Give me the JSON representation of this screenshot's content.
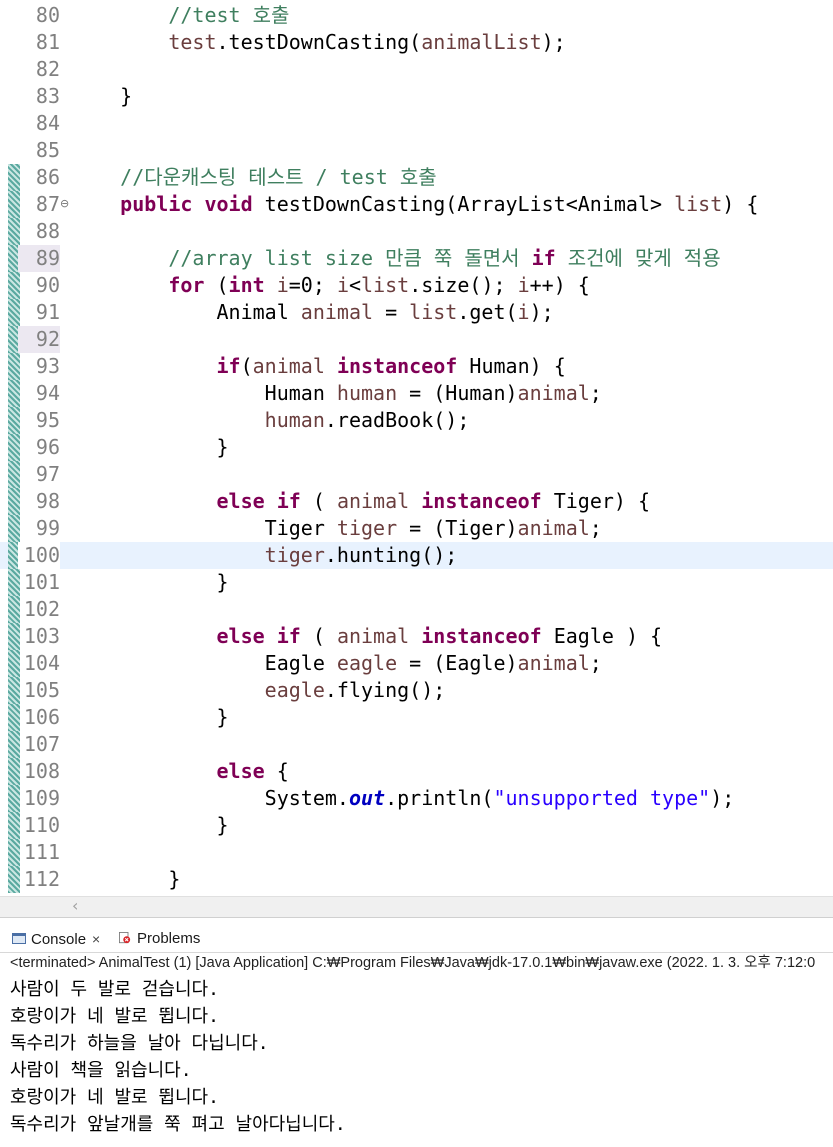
{
  "editor": {
    "current_line": "100",
    "lines": [
      {
        "n": "80",
        "tokens": [
          {
            "t": "        "
          },
          {
            "t": "//test 호출",
            "c": "cm"
          }
        ]
      },
      {
        "n": "81",
        "tokens": [
          {
            "t": "        "
          },
          {
            "t": "test",
            "c": "var"
          },
          {
            "t": ".testDownCasting("
          },
          {
            "t": "animalList",
            "c": "var"
          },
          {
            "t": ");"
          }
        ]
      },
      {
        "n": "82",
        "tokens": []
      },
      {
        "n": "83",
        "tokens": [
          {
            "t": "    }"
          }
        ]
      },
      {
        "n": "84",
        "tokens": []
      },
      {
        "n": "85",
        "tokens": []
      },
      {
        "n": "86",
        "tokens": [
          {
            "t": "    "
          },
          {
            "t": "//다운캐스팅 테스트 / test 호출",
            "c": "cm"
          }
        ]
      },
      {
        "n": "87",
        "tokens": [
          {
            "t": "    "
          },
          {
            "t": "public",
            "c": "kw"
          },
          {
            "t": " "
          },
          {
            "t": "void",
            "c": "kw"
          },
          {
            "t": " testDownCasting(ArrayList<Animal> "
          },
          {
            "t": "list",
            "c": "var"
          },
          {
            "t": ") {"
          }
        ]
      },
      {
        "n": "88",
        "tokens": []
      },
      {
        "n": "89",
        "tokens": [
          {
            "t": "        "
          },
          {
            "t": "//array list size 만큼 쭉 돌면서 ",
            "c": "cm"
          },
          {
            "t": "if",
            "c": "kw"
          },
          {
            "t": " 조건에 맞게 적용",
            "c": "cm"
          }
        ]
      },
      {
        "n": "90",
        "tokens": [
          {
            "t": "        "
          },
          {
            "t": "for",
            "c": "kw"
          },
          {
            "t": " ("
          },
          {
            "t": "int",
            "c": "kw"
          },
          {
            "t": " "
          },
          {
            "t": "i",
            "c": "var"
          },
          {
            "t": "=0; "
          },
          {
            "t": "i",
            "c": "var"
          },
          {
            "t": "<"
          },
          {
            "t": "list",
            "c": "var"
          },
          {
            "t": ".size(); "
          },
          {
            "t": "i",
            "c": "var"
          },
          {
            "t": "++) {"
          }
        ]
      },
      {
        "n": "91",
        "tokens": [
          {
            "t": "            Animal "
          },
          {
            "t": "animal",
            "c": "var"
          },
          {
            "t": " = "
          },
          {
            "t": "list",
            "c": "var"
          },
          {
            "t": ".get("
          },
          {
            "t": "i",
            "c": "var"
          },
          {
            "t": ");"
          }
        ]
      },
      {
        "n": "92",
        "tokens": []
      },
      {
        "n": "93",
        "tokens": [
          {
            "t": "            "
          },
          {
            "t": "if",
            "c": "kw"
          },
          {
            "t": "("
          },
          {
            "t": "animal",
            "c": "var"
          },
          {
            "t": " "
          },
          {
            "t": "instanceof",
            "c": "kw"
          },
          {
            "t": " Human) {"
          }
        ]
      },
      {
        "n": "94",
        "tokens": [
          {
            "t": "                Human "
          },
          {
            "t": "human",
            "c": "var"
          },
          {
            "t": " = (Human)"
          },
          {
            "t": "animal",
            "c": "var"
          },
          {
            "t": ";"
          }
        ]
      },
      {
        "n": "95",
        "tokens": [
          {
            "t": "                "
          },
          {
            "t": "human",
            "c": "var"
          },
          {
            "t": ".readBook();"
          }
        ]
      },
      {
        "n": "96",
        "tokens": [
          {
            "t": "            }"
          }
        ]
      },
      {
        "n": "97",
        "tokens": []
      },
      {
        "n": "98",
        "tokens": [
          {
            "t": "            "
          },
          {
            "t": "else",
            "c": "kw"
          },
          {
            "t": " "
          },
          {
            "t": "if",
            "c": "kw"
          },
          {
            "t": " ( "
          },
          {
            "t": "animal",
            "c": "var"
          },
          {
            "t": " "
          },
          {
            "t": "instanceof",
            "c": "kw"
          },
          {
            "t": " Tiger) {"
          }
        ]
      },
      {
        "n": "99",
        "tokens": [
          {
            "t": "                Tiger "
          },
          {
            "t": "tiger",
            "c": "var"
          },
          {
            "t": " = (Tiger)"
          },
          {
            "t": "animal",
            "c": "var"
          },
          {
            "t": ";"
          }
        ]
      },
      {
        "n": "100",
        "tokens": [
          {
            "t": "                "
          },
          {
            "t": "tiger",
            "c": "var"
          },
          {
            "t": ".hunting();"
          }
        ]
      },
      {
        "n": "101",
        "tokens": [
          {
            "t": "            }"
          }
        ]
      },
      {
        "n": "102",
        "tokens": []
      },
      {
        "n": "103",
        "tokens": [
          {
            "t": "            "
          },
          {
            "t": "else",
            "c": "kw"
          },
          {
            "t": " "
          },
          {
            "t": "if",
            "c": "kw"
          },
          {
            "t": " ( "
          },
          {
            "t": "animal",
            "c": "var"
          },
          {
            "t": " "
          },
          {
            "t": "instanceof",
            "c": "kw"
          },
          {
            "t": " Eagle ) {"
          }
        ]
      },
      {
        "n": "104",
        "tokens": [
          {
            "t": "                Eagle "
          },
          {
            "t": "eagle",
            "c": "var"
          },
          {
            "t": " = (Eagle)"
          },
          {
            "t": "animal",
            "c": "var"
          },
          {
            "t": ";"
          }
        ]
      },
      {
        "n": "105",
        "tokens": [
          {
            "t": "                "
          },
          {
            "t": "eagle",
            "c": "var"
          },
          {
            "t": ".flying();"
          }
        ]
      },
      {
        "n": "106",
        "tokens": [
          {
            "t": "            }"
          }
        ]
      },
      {
        "n": "107",
        "tokens": []
      },
      {
        "n": "108",
        "tokens": [
          {
            "t": "            "
          },
          {
            "t": "else",
            "c": "kw"
          },
          {
            "t": " {"
          }
        ]
      },
      {
        "n": "109",
        "tokens": [
          {
            "t": "                System."
          },
          {
            "t": "out",
            "c": "stat"
          },
          {
            "t": ".println("
          },
          {
            "t": "\"unsupported type\"",
            "c": "str"
          },
          {
            "t": ");"
          }
        ]
      },
      {
        "n": "110",
        "tokens": [
          {
            "t": "            }"
          }
        ]
      },
      {
        "n": "111",
        "tokens": []
      },
      {
        "n": "112",
        "tokens": [
          {
            "t": "        }"
          }
        ]
      }
    ]
  },
  "console": {
    "tabs": [
      {
        "label": "Console",
        "icon": "console-icon"
      },
      {
        "label": "Problems",
        "icon": "problems-icon"
      }
    ],
    "close_glyph": "×",
    "status": "<terminated> AnimalTest (1) [Java Application] C:₩Program Files₩Java₩jdk-17.0.1₩bin₩javaw.exe  (2022. 1. 3. 오후 7:12:0",
    "output": [
      "사람이 두 발로 걷습니다.",
      "호랑이가 네 발로 뜁니다.",
      "독수리가 하늘을 날아 다닙니다.",
      "사람이 책을 읽습니다.",
      "호랑이가 네 발로 뜁니다.",
      "독수리가 앞날개를 쭉 펴고 날아다닙니다."
    ]
  },
  "icons": {
    "fold": "collapse-toggle-icon",
    "scroll_left": "scroll-left-arrow-icon"
  },
  "colors": {
    "keyword": "#7f0055",
    "comment": "#3f7f5f",
    "variable": "#6a3e3e",
    "string": "#2a00ff",
    "current_line": "#e8f2fe"
  }
}
